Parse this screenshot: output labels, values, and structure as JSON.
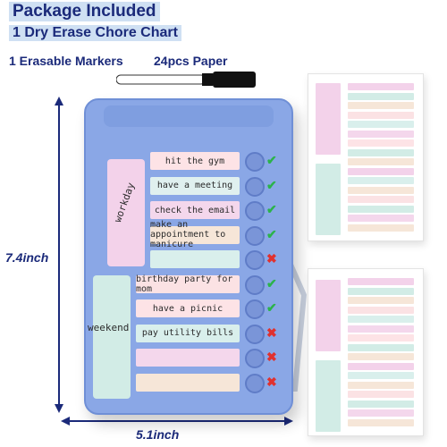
{
  "header": {
    "title": "Package Included",
    "line1": "1 Dry Erase Chore Chart",
    "line2": "1 Erasable Markers",
    "line3": "24pcs Paper"
  },
  "dimensions": {
    "height": "7.4inch",
    "width": "5.1inch"
  },
  "chart": {
    "side_labels": [
      "workday",
      "weekend"
    ],
    "tasks": [
      {
        "text": "hit the gym",
        "color": "#fde3e6",
        "status": "check"
      },
      {
        "text": "have a meeting",
        "color": "#e0f0ef",
        "status": "check"
      },
      {
        "text": "check the email",
        "color": "#f4d7ec",
        "status": "check"
      },
      {
        "text": "make an appointment to manicure",
        "color": "#f6e6d8",
        "status": "check"
      },
      {
        "text": "",
        "color": "#d9efec",
        "status": "cross"
      },
      {
        "text": "birthday party for mom",
        "color": "#fbe2e4",
        "status": "check"
      },
      {
        "text": "have a picnic",
        "color": "#fde3e6",
        "status": "check"
      },
      {
        "text": "pay utility bills",
        "color": "#d9efec",
        "status": "cross"
      },
      {
        "text": "",
        "color": "#f4d7ec",
        "status": "cross"
      },
      {
        "text": "",
        "color": "#f6e6d8",
        "status": "cross"
      }
    ]
  },
  "colors": {
    "board": "#8aa7e6",
    "check": "#2bb34a",
    "cross": "#e0312f",
    "title": "#1b2a7a"
  }
}
